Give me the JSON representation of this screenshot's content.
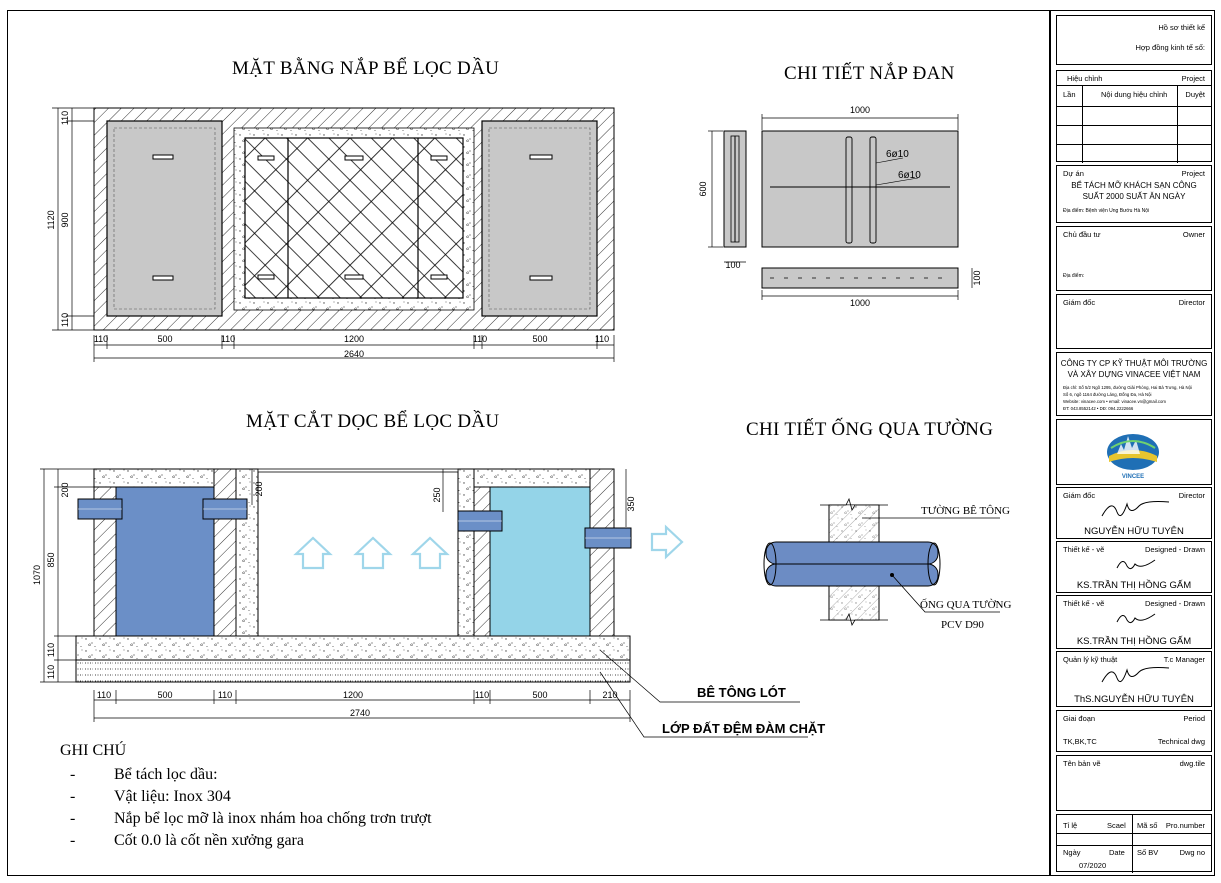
{
  "titles": {
    "plan": "MẶT BẰNG NẮP BỂ LỌC DẦU",
    "slab": "CHI TIẾT NẮP ĐAN",
    "section": "MẶT CẮT DỌC BỂ LỌC DẦU",
    "pipe": "CHI TIẾT ỐNG QUA TƯỜNG"
  },
  "plan_dims": {
    "bottom": [
      "110",
      "500",
      "110",
      "1200",
      "110",
      "500",
      "110"
    ],
    "total": "2640",
    "left": [
      "110",
      "900",
      "110"
    ],
    "left_total": "1120"
  },
  "slab_dims": {
    "top": "1000",
    "side": "600",
    "thk": "100",
    "bar1": "6ø10",
    "bar2": "6ø10",
    "bottom": "1000",
    "sect_thk": "100",
    "sect_side": "100"
  },
  "section_dims": {
    "bottom": [
      "110",
      "500",
      "110",
      "1200",
      "110",
      "500",
      "210"
    ],
    "total": "2740",
    "left_outer": "1070",
    "left_mid": "850",
    "left_top": "200",
    "left_base1": "110",
    "left_base2": "110",
    "inner_200": "200",
    "inner_250": "250",
    "right_350": "350"
  },
  "labels": {
    "be_tong_lot": "BÊ TÔNG LÓT",
    "lop_dat": "LỚP ĐẤT ĐỆM ĐÀM CHẶT",
    "tuong": "TƯỜNG BÊ TÔNG",
    "ong": "ỐNG QUA TƯỜNG",
    "pcv": "PCV D90"
  },
  "notes": {
    "title": "GHI CHÚ",
    "items": [
      "Bể tách lọc dầu:",
      "Vật liệu: Inox 304",
      "Nắp bể lọc mỡ là inox nhám hoa chống trơn trượt",
      "Cốt 0.0 là cốt nền xưởng gara"
    ]
  },
  "title_block": {
    "ho_so": "Hồ sơ thiết kế",
    "hop_dong": "Hợp đồng kinh tế số:",
    "hieu_chinh": "Hiệu chỉnh",
    "project": "Project",
    "lan": "Lần",
    "noi_dung": "Nội dung hiệu chỉnh",
    "duyet": "Duyệt",
    "du_an": "Dự án",
    "project2": "Project",
    "project_name_1": "BỂ TÁCH MỠ KHÁCH SẠN CÔNG",
    "project_name_2": "SUẤT 2000 SUẤT ĂN NGÀY",
    "dia_diem": "Địa điểm:   Bệnh viện Ung Bướu Hà Nội",
    "chu_dau_tu": "Chủ đầu tư",
    "owner": "Owner",
    "dia_diem2": "Địa điểm:",
    "giam_doc": "Giám đốc",
    "director": "Director",
    "company_1": "CÔNG TY  CP KỸ THUẬT MÔI TRƯỜNG",
    "company_2": "VÀ XÂY DỰNG VINACEE VIỆT NAM",
    "addr_1": "Địa chỉ:  Số 5/2 Ngõ 1295, đường Giải Phóng, Hai Bà Trưng, Hà Nội",
    "addr_2": "Số 6, ngõ 1164 đường Láng, Đống Đa, Hà Nội",
    "addr_3": "Website: vinacee.com • email: vinacee.vn@gmail.com",
    "addr_4": "ĐT: 043.8552142 • DĐ: 094.2222666",
    "logo_text": "VINCEE",
    "giam_doc2": "Giám đốc",
    "director2": "Director",
    "sign1": "NGUYỄN HỮU TUYÊN",
    "thiet_ke1": "Thiết kế - vẽ",
    "designed1": "Designed - Drawn",
    "sign2": "KS.TRẦN THỊ HỒNG GẤM",
    "thiet_ke2": "Thiết kế - vẽ",
    "designed2": "Designed - Drawn",
    "sign3": "KS.TRẦN THỊ HỒNG GẤM",
    "quan_ly": "Quản lý kỹ thuật",
    "tc_manager": "T.c Manager",
    "sign4": "ThS.NGUYỄN HỮU TUYÊN",
    "giai_doan": "Giai đoạn",
    "period": "Period",
    "tk": "TK,BK,TC",
    "tech": "Technical dwg",
    "ten_ban_ve": "Tên bản vẽ",
    "dwg_title": "dwg.tile",
    "ti_le": "Tỉ lệ",
    "scale": "Scael",
    "ma_so": "Mã số",
    "pro_number": "Pro.number",
    "ngay": "Ngày",
    "date": "Date",
    "so_bv": "Số BV",
    "dwg_no": "Dwg no",
    "date_val": "07/2020"
  },
  "colors": {
    "steel_blue": "#6b8fc7",
    "light_blue": "#94d4e8",
    "arrow": "#9fd6ea",
    "gray": "#c8c8c8",
    "pipe": "#6c8cc4"
  }
}
